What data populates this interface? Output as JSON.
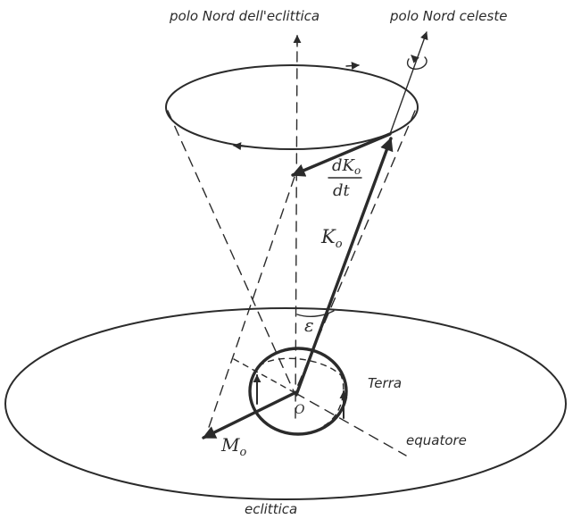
{
  "labels": {
    "ecliptic_north_pole": "polo Nord dell'eclittica",
    "celestial_north_pole": "polo Nord celeste",
    "angular_momentum": "K",
    "angular_momentum_sub": "o",
    "rate_numerator": "dK",
    "rate_numerator_sub": "o",
    "rate_denominator": "dt",
    "obliquity": "ε",
    "earth": "Terra",
    "origin": "O",
    "torque": "M",
    "torque_sub": "o",
    "equator": "equatore",
    "ecliptic": "eclittica"
  },
  "colors": {
    "ink": "#2b2b2b",
    "background": "#ffffff"
  }
}
